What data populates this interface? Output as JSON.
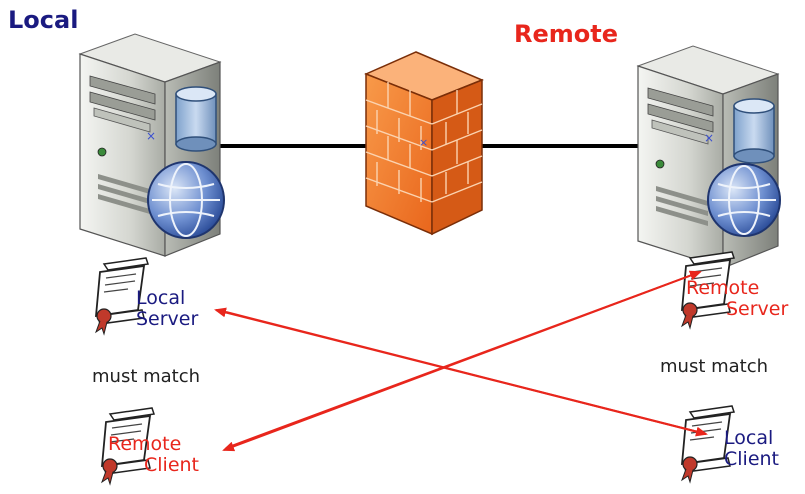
{
  "labels": {
    "local_title": "Local",
    "remote_title": "Remote",
    "must_match_left": "must match",
    "must_match_right": "must match"
  },
  "certificates": {
    "local_server": {
      "line1": "Local",
      "line2": "Server"
    },
    "remote_client": {
      "line1": "Remote",
      "line2": "Client"
    },
    "remote_server": {
      "line1": "Remote",
      "line2": "Server"
    },
    "local_client": {
      "line1": "Local",
      "line2": "Client"
    }
  },
  "colors": {
    "local": "#1a1a80",
    "remote": "#e8261c",
    "arrow": "#e8261c",
    "firewall": "#f07a2a",
    "server_body": "#d9dbd6"
  },
  "icons": [
    "server-icon",
    "database-icon",
    "globe-icon",
    "firewall-icon",
    "certificate-icon"
  ]
}
